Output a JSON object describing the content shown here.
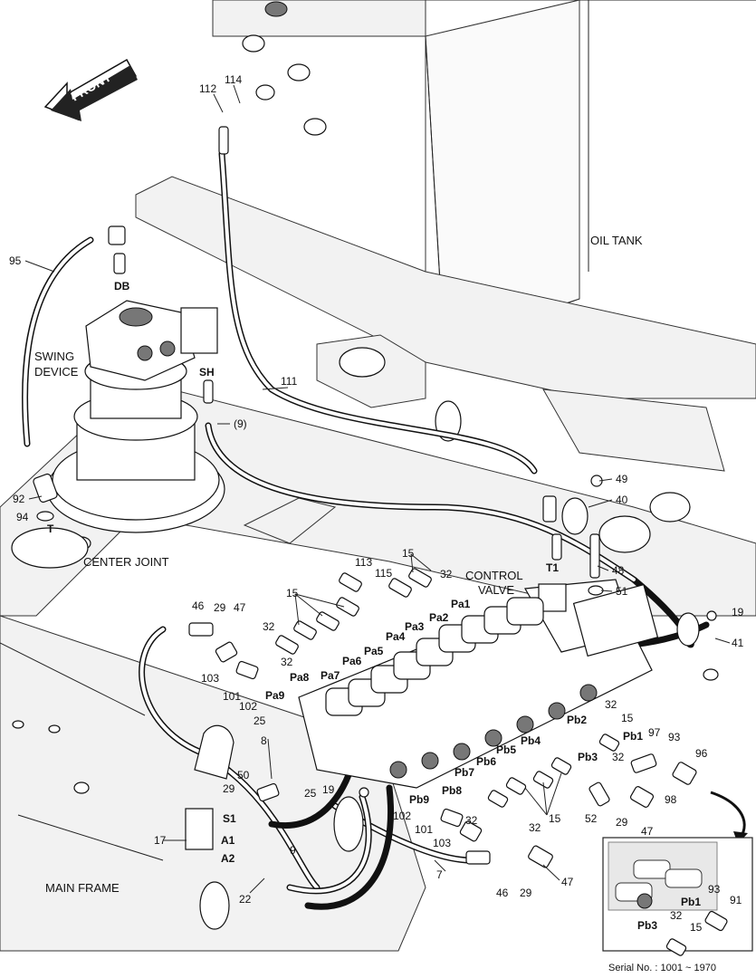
{
  "labels": {
    "front": "FRONT",
    "oil_tank": "OIL TANK",
    "swing_device_1": "SWING",
    "swing_device_2": "DEVICE",
    "center_joint": "CENTER JOINT",
    "control_valve_1": "CONTROL",
    "control_valve_2": "VALVE",
    "main_frame": "MAIN FRAME",
    "port_db": "DB",
    "port_sh": "SH",
    "port_t": "T",
    "port_t1": "T1",
    "port_s1": "S1",
    "port_a1": "A1",
    "port_a2": "A2",
    "pa1": "Pa1",
    "pa2": "Pa2",
    "pa3": "Pa3",
    "pa4": "Pa4",
    "pa5": "Pa5",
    "pa6": "Pa6",
    "pa7": "Pa7",
    "pa8": "Pa8",
    "pa9": "Pa9",
    "pb1": "Pb1",
    "pb2": "Pb2",
    "pb3": "Pb3",
    "pb4": "Pb4",
    "pb5": "Pb5",
    "pb6": "Pb6",
    "pb7": "Pb7",
    "pb8": "Pb8",
    "pb9": "Pb9",
    "inset_pb1": "Pb1",
    "inset_pb3": "Pb3",
    "serial": "Serial No. : 1001 ~ 1970"
  },
  "part_numbers": {
    "p112": "112",
    "p114": "114",
    "p95": "95",
    "p111": "111",
    "p9_paren": "(9)",
    "p92": "92",
    "p94": "94",
    "p49": "49",
    "p40": "40",
    "p48": "48",
    "p51": "51",
    "p19_right": "19",
    "p41": "41",
    "p113": "113",
    "p115": "115",
    "p15_top": "15",
    "p32_top": "32",
    "p15_left": "15",
    "p46_top": "46",
    "p29_top": "29",
    "p47_top": "47",
    "p32_mid": "32",
    "p32_pa6": "32",
    "p103_top": "103",
    "p101_top": "101",
    "p102_top": "102",
    "p25_top": "25",
    "p8": "8",
    "p50": "50",
    "p29_s1": "29",
    "p17": "17",
    "p22": "22",
    "p25_bot": "25",
    "p9": "9",
    "p19_bot": "19",
    "p102_bot": "102",
    "p101_bot": "101",
    "p103_bot": "103",
    "p7": "7",
    "p32_pb8": "32",
    "p15_right": "15",
    "p32_bot": "32",
    "p46_bot": "46",
    "p29_bot": "29",
    "p47_bot": "47",
    "p32_pb2": "32",
    "p15_pb2": "15",
    "p97": "97",
    "p93": "93",
    "p96": "96",
    "p98": "98",
    "p32_pb3": "32",
    "p52": "52",
    "p29_pb3": "29",
    "p47_pb3": "47",
    "inset_93": "93",
    "inset_91": "91",
    "inset_32": "32",
    "inset_15": "15"
  }
}
